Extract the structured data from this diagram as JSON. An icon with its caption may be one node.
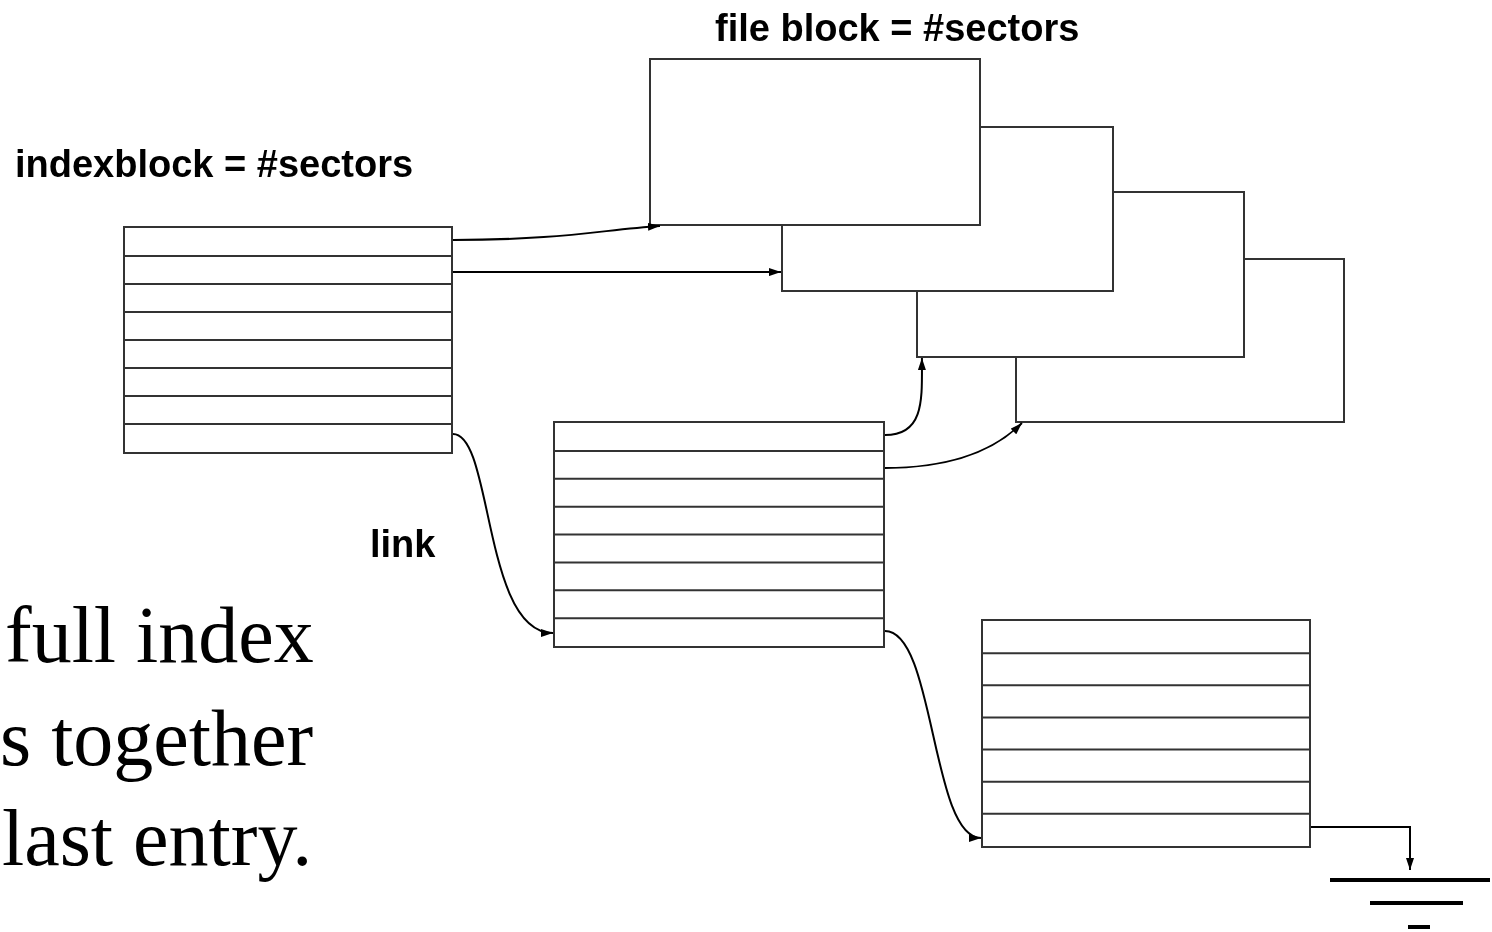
{
  "diagram": {
    "nodes": [
      {
        "text": [
          "indexblock = #sectors"
        ]
      },
      {
        "text": [
          "file block = #sectors"
        ]
      },
      {
        "text": [],
        "shape": "box"
      },
      {
        "text": [],
        "shape": "box"
      },
      {
        "text": [],
        "shape": "box"
      },
      {
        "text": [],
        "shape": "box"
      },
      {
        "text": [],
        "shape": "box"
      },
      {
        "text": [],
        "shape": "ground"
      }
    ],
    "edges": [
      {
        "from": 0,
        "to": 1,
        "arrow": "to"
      },
      {
        "from": 0,
        "to": 2,
        "arrow": "to"
      },
      {
        "from": 0,
        "to": 5,
        "arrow": "to",
        "label": "link"
      },
      {
        "from": 5,
        "to": 3,
        "arrow": "to"
      },
      {
        "from": 5,
        "to": 4,
        "arrow": "to"
      },
      {
        "from": 5,
        "to": 6,
        "arrow": "to"
      },
      {
        "from": 6,
        "to": 7,
        "arrow": "to"
      }
    ],
    "labels": [
      "full index",
      "s together",
      "last entry."
    ]
  }
}
